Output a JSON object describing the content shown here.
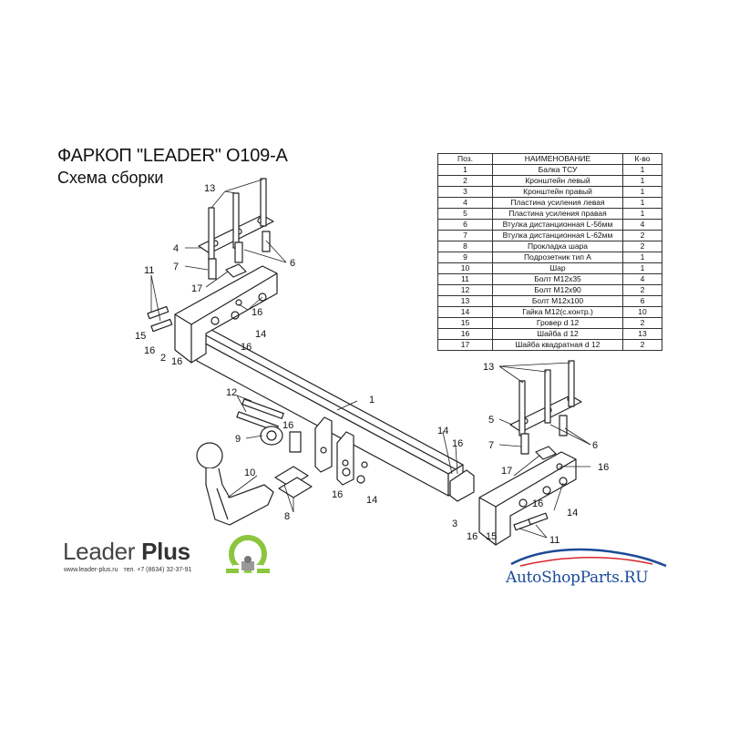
{
  "header": {
    "title": "ФАРКОП \"LEADER\" O109-A",
    "subtitle": "Схема сборки"
  },
  "parts_table": {
    "headers": [
      "Поз.",
      "НАИМЕНОВАНИЕ",
      "К-во"
    ],
    "rows": [
      [
        "1",
        "Балка ТСУ",
        "1"
      ],
      [
        "2",
        "Кронштейн левый",
        "1"
      ],
      [
        "3",
        "Кронштейн правый",
        "1"
      ],
      [
        "4",
        "Пластина усиления левая",
        "1"
      ],
      [
        "5",
        "Пластина усиления правая",
        "1"
      ],
      [
        "6",
        "Втулка дистанционная L-56мм",
        "4"
      ],
      [
        "7",
        "Втулка дистанционная L-62мм",
        "2"
      ],
      [
        "8",
        "Прокладка шара",
        "2"
      ],
      [
        "9",
        "Подрозетник тип А",
        "1"
      ],
      [
        "10",
        "Шар",
        "1"
      ],
      [
        "11",
        "Болт М12х35",
        "4"
      ],
      [
        "12",
        "Болт М12х90",
        "2"
      ],
      [
        "13",
        "Болт М12х100",
        "6"
      ],
      [
        "14",
        "Гайка М12(с.контр.)",
        "10"
      ],
      [
        "15",
        "Гровер d 12",
        "2"
      ],
      [
        "16",
        "Шайба d 12",
        "13"
      ],
      [
        "17",
        "Шайба квадратная d 12",
        "2"
      ]
    ]
  },
  "callouts": {
    "c1": "1",
    "c2": "2",
    "c3": "3",
    "c4": "4",
    "c5": "5",
    "c6": "6",
    "c7": "7",
    "c8": "8",
    "c9": "9",
    "c10": "10",
    "c11": "11",
    "c12": "12",
    "c13": "13",
    "c14": "14",
    "c15": "15",
    "c16": "16",
    "c17": "17"
  },
  "brand": {
    "name_light": "Leader",
    "name_bold": "Plus",
    "website": "www.leader-plus.ru",
    "phone": "тел. +7 (8634) 32-37-91"
  },
  "store": {
    "name": "AutoShopParts.RU",
    "accent": "#1b4a96",
    "swoosh": "#d8232a"
  }
}
